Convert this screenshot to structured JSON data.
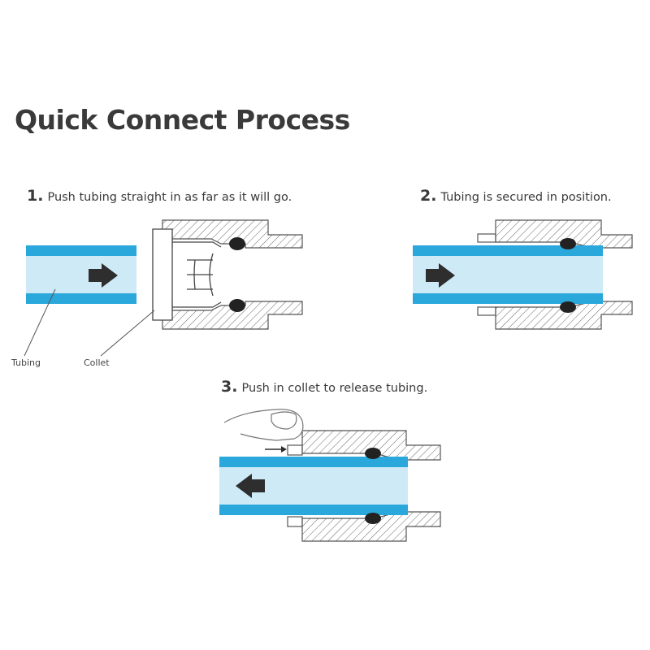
{
  "title": "Quick Connect Process",
  "steps": [
    {
      "number": "1.",
      "text": "Push tubing straight in as far as it will go."
    },
    {
      "number": "2.",
      "text": "Tubing is secured in position."
    },
    {
      "number": "3.",
      "text": "Push in collet to release tubing."
    }
  ],
  "labels": {
    "tubing": "Tubing",
    "collet": "Collet"
  },
  "colors": {
    "tube_edge": "#2aa8dc",
    "tube_fill": "#cfeaf7",
    "arrow": "#2e2e2e",
    "hatch": "#555555",
    "oring": "#222222"
  }
}
